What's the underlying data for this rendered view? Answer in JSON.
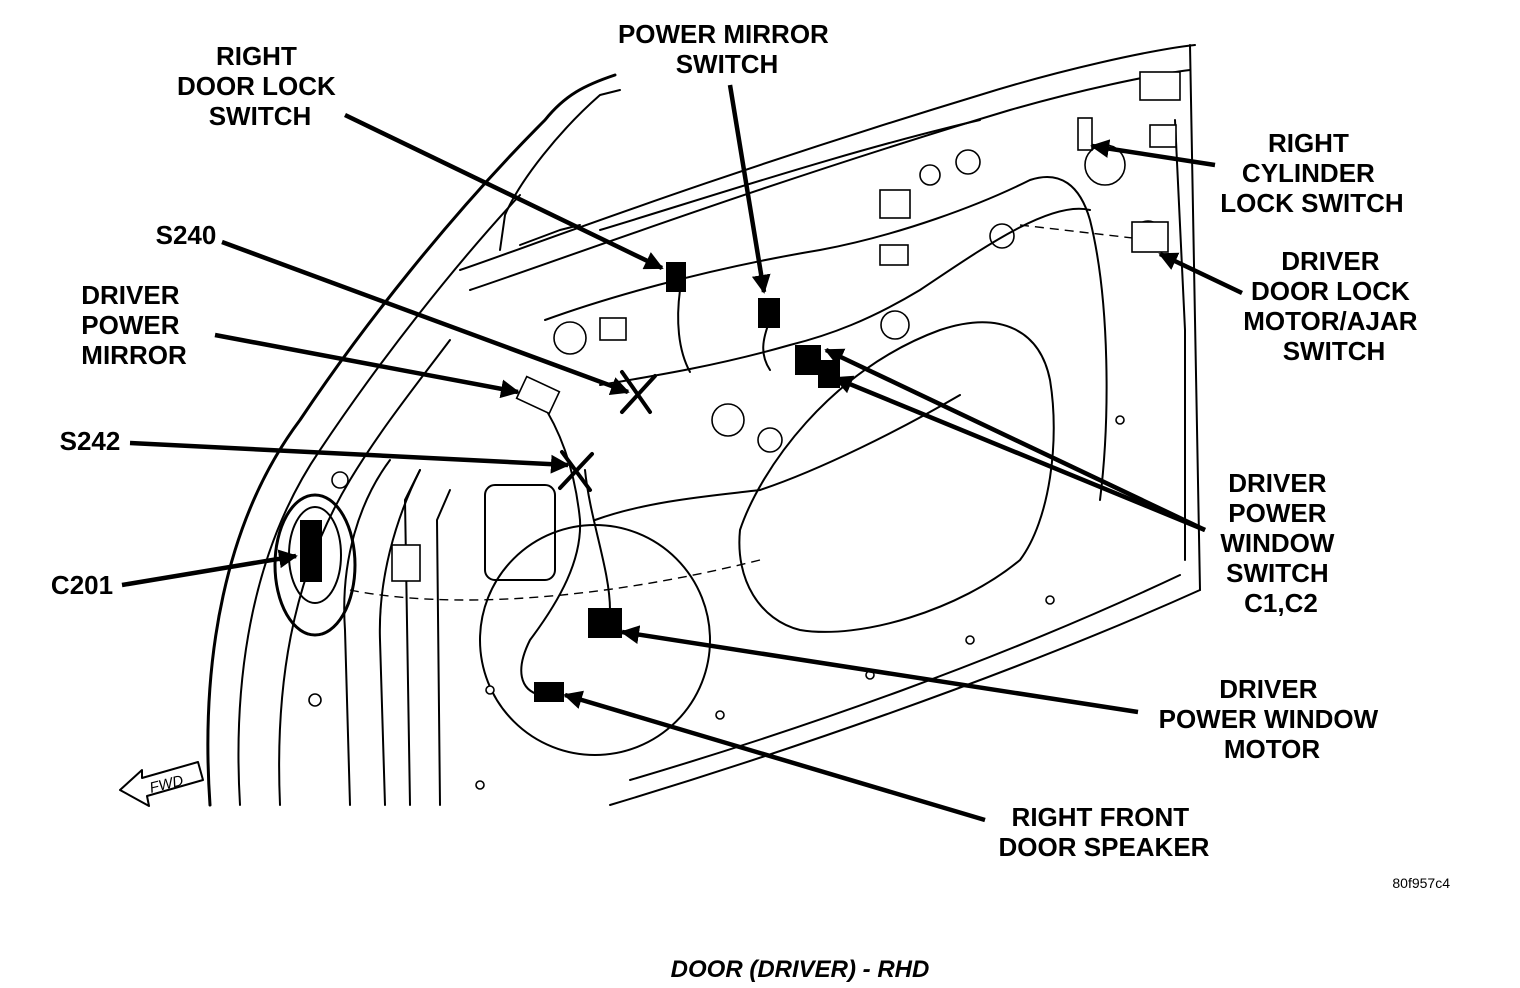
{
  "labels": {
    "right_door_lock_switch": [
      "RIGHT",
      "DOOR LOCK",
      "SWITCH"
    ],
    "power_mirror_switch": [
      "POWER MIRROR",
      "SWITCH"
    ],
    "s240": [
      "S240"
    ],
    "driver_power_mirror": [
      "DRIVER",
      "POWER",
      "MIRROR"
    ],
    "s242": [
      "S242"
    ],
    "c201": [
      "C201"
    ],
    "right_cylinder_lock_switch": [
      "RIGHT",
      "CYLINDER",
      "LOCK SWITCH"
    ],
    "driver_door_lock_motor_ajar_switch": [
      "DRIVER",
      "DOOR LOCK",
      "MOTOR/AJAR",
      "SWITCH"
    ],
    "driver_power_window_switch": [
      "DRIVER",
      "POWER",
      "WINDOW",
      "SWITCH",
      "C1,C2"
    ],
    "driver_power_window_motor": [
      "DRIVER",
      "POWER WINDOW",
      "MOTOR"
    ],
    "right_front_door_speaker": [
      "RIGHT FRONT",
      "DOOR SPEAKER"
    ]
  },
  "fwd_indicator": "FWD",
  "figure_code": "80f957c4",
  "caption": "DOOR (DRIVER) - RHD"
}
